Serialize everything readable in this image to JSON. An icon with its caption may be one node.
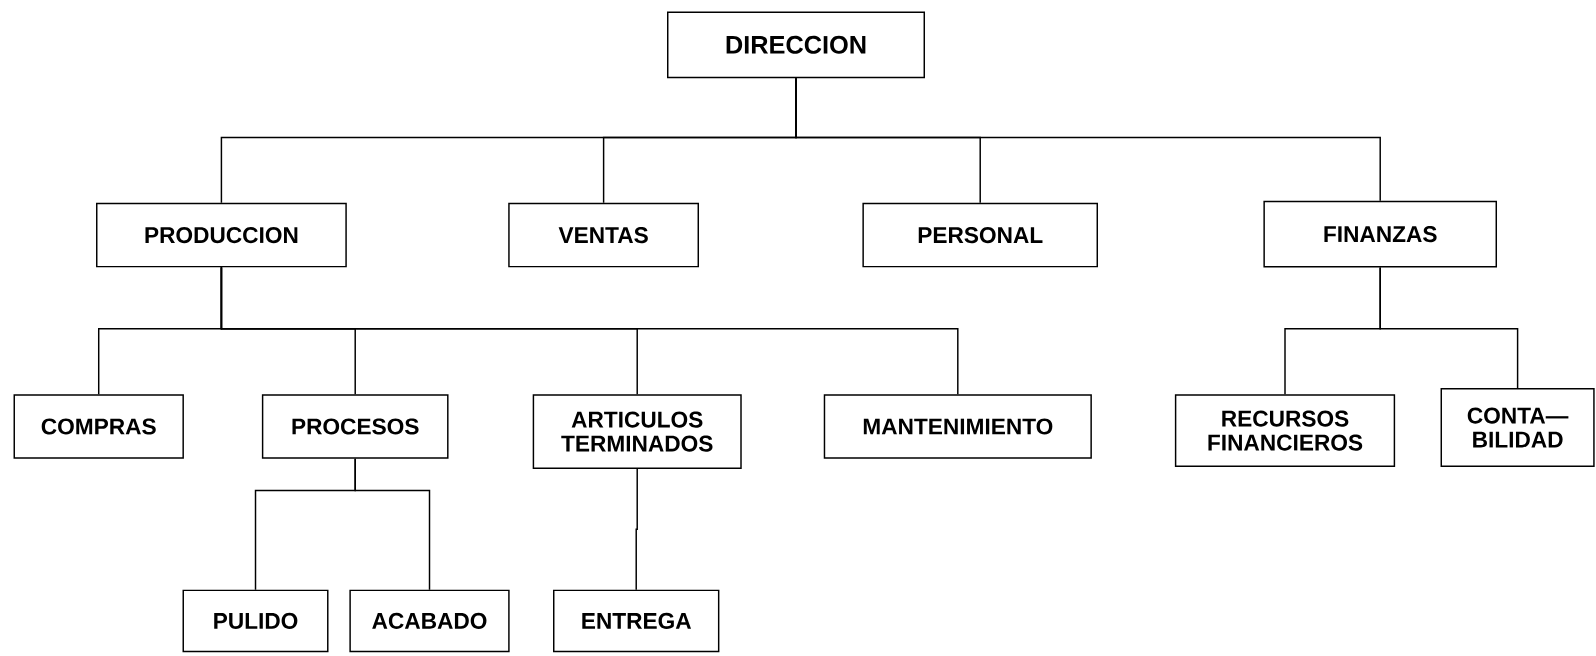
{
  "diagram": {
    "nodes": [
      {
        "text": [
          "DIRECCION"
        ]
      },
      {
        "text": [
          "PRODUCCION"
        ]
      },
      {
        "text": [
          "VENTAS"
        ]
      },
      {
        "text": [
          "PERSONAL"
        ]
      },
      {
        "text": [
          "FINANZAS"
        ]
      },
      {
        "text": [
          "COMPRAS"
        ]
      },
      {
        "text": [
          "PROCESOS"
        ]
      },
      {
        "text": [
          "ARTICULOS TERMINADOS"
        ]
      },
      {
        "text": [
          "MANTENIMIENTO"
        ]
      },
      {
        "text": [
          "RECURSOS FINANCIEROS"
        ]
      },
      {
        "text": [
          "CONTA— BILIDAD"
        ]
      },
      {
        "text": [
          "PULIDO"
        ]
      },
      {
        "text": [
          "ACABADO"
        ]
      },
      {
        "text": [
          "ENTREGA"
        ]
      }
    ],
    "edges": [
      {
        "from": 0,
        "to": 1,
        "arrow": "none"
      },
      {
        "from": 0,
        "to": 2,
        "arrow": "none"
      },
      {
        "from": 0,
        "to": 3,
        "arrow": "none"
      },
      {
        "from": 0,
        "to": 4,
        "arrow": "none"
      },
      {
        "from": 1,
        "to": 5,
        "arrow": "none"
      },
      {
        "from": 1,
        "to": 6,
        "arrow": "none"
      },
      {
        "from": 1,
        "to": 7,
        "arrow": "none"
      },
      {
        "from": 1,
        "to": 8,
        "arrow": "none"
      },
      {
        "from": 4,
        "to": 9,
        "arrow": "none"
      },
      {
        "from": 4,
        "to": 10,
        "arrow": "none"
      },
      {
        "from": 6,
        "to": 11,
        "arrow": "none"
      },
      {
        "from": 6,
        "to": 12,
        "arrow": "none"
      },
      {
        "from": 7,
        "to": 13,
        "arrow": "none"
      }
    ]
  }
}
